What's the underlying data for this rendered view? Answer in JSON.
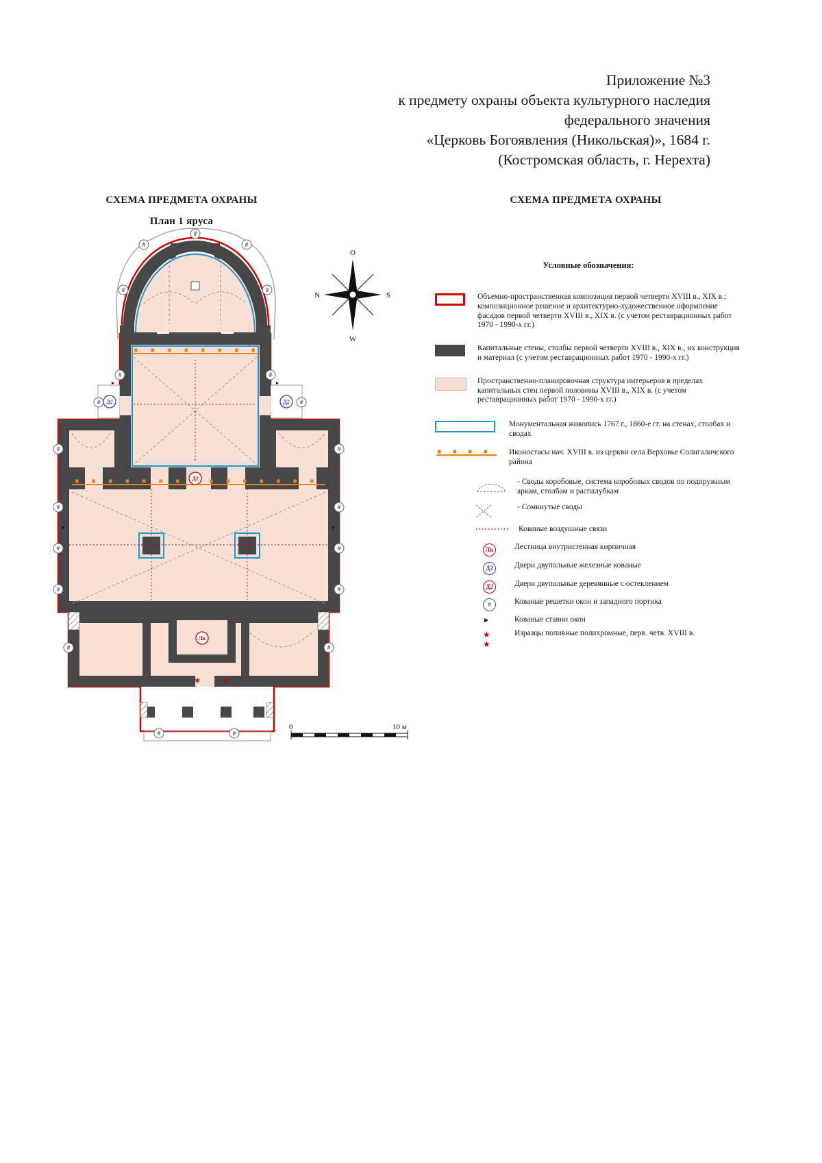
{
  "header": {
    "lines": [
      "Приложение №3",
      "к предмету охраны объекта культурного наследия",
      "федерального значения",
      "«Церковь Богоявления (Никольская)», 1684 г.",
      "(Костромская область, г. Нерехта)"
    ]
  },
  "left_panel": {
    "title": "СХЕМА ПРЕДМЕТА ОХРАНЫ",
    "subtitle": "План 1 яруса"
  },
  "right_panel": {
    "title": "СХЕМА ПРЕДМЕТА ОХРАНЫ",
    "legend_title": "Условные обозначения:"
  },
  "legend": {
    "items": [
      {
        "text": "Объемно-пространственная композиция первой четверти XVIII в., XIX в.; композиционное решение и архитектурно-художественное оформление фасадов первой четверти XVIII в., XIX в. (с учетом реставрационных работ 1970 - 1990-х гг.)"
      },
      {
        "text": "Капитальные стены, столбы первой четверти XVIII в., XIX в., их конструкция и материал (с учетом реставрационных работ 1970 - 1990-х гг.)"
      },
      {
        "text": "Пространственно-планировочная структура интерьеров в пределах капитальных стен первой половины XVIII в., XIX в. (с учетом реставрационных работ 1970 - 1990-х гг.)"
      },
      {
        "text": "Монументальная живопись 1767 г., 1860-е гг. на стенах, столбах и сводах"
      },
      {
        "text": "Иконостасы нач. XVIII в. из церкви села Верховье Солигаличского района"
      },
      {
        "text": "- Своды коробовые, система коробовых сводов по подпружным аркам, столбам и распалубкам"
      },
      {
        "text": "- Сомкнутые своды"
      },
      {
        "text": "Кованые воздушные связи"
      },
      {
        "symbol": "Лк",
        "text": "Лестница внутристенная кирпичная"
      },
      {
        "symbol": "Д2",
        "text": "Двери двупольные железные кованые"
      },
      {
        "symbol": "Д2",
        "text": "Двери двупольные деревянные с остеклением"
      },
      {
        "symbol": "#",
        "text": "Кованые решетки окон и западного портика"
      },
      {
        "symbol": "►",
        "text": "Кованые ставни окон"
      },
      {
        "symbol": "★ ★",
        "text": "Изразцы поливные полихромные, перв. четв. XVIII в."
      }
    ]
  },
  "plan": {
    "compass": {
      "top": "O",
      "left": "N",
      "right": "S",
      "bottom": "W"
    },
    "scale": {
      "start": "0",
      "end": "10 м"
    },
    "symbols": {
      "grille": "#",
      "door": "Д2",
      "stair": "Лк",
      "shutter": "►",
      "star": "✶"
    }
  },
  "colors": {
    "protection_outline": "#d40000",
    "walls": "#474747",
    "interior": "#f8e0d4",
    "painting": "#2196d6",
    "iconostasis": "#e8821a"
  }
}
